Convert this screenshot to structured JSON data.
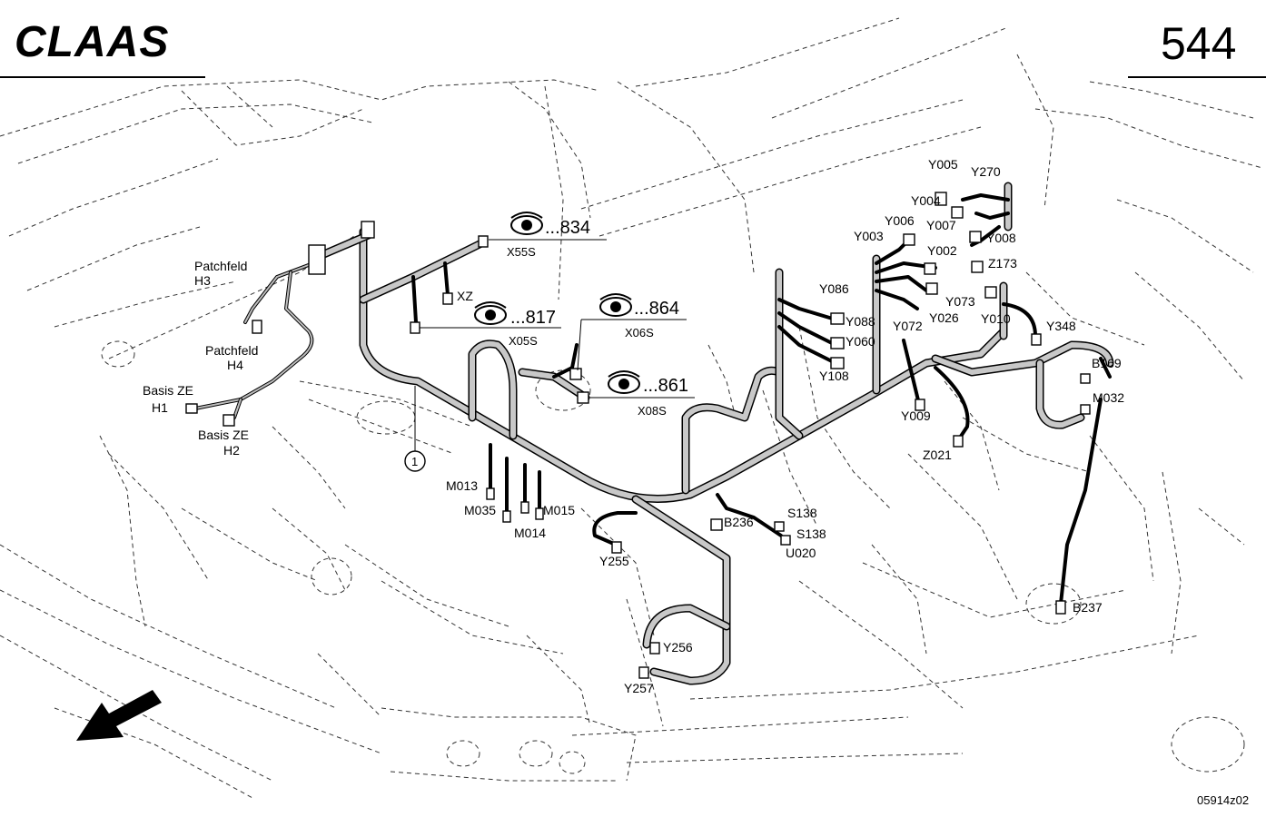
{
  "header": {
    "brand": "CLAAS",
    "page_number": "544"
  },
  "footer": {
    "document_id": "05914z02"
  },
  "references": [
    {
      "text": "...834",
      "connector": "X55S"
    },
    {
      "text": "...817",
      "connector": "X05S"
    },
    {
      "text": "...864",
      "connector": "X06S"
    },
    {
      "text": "...861",
      "connector": "X08S"
    }
  ],
  "callout_number": "1",
  "labels": {
    "patchfeld_h3_a": "Patchfeld",
    "patchfeld_h3_b": "H3",
    "patchfeld_h4_a": "Patchfeld",
    "patchfeld_h4_b": "H4",
    "basis_h1_a": "Basis ZE",
    "basis_h1_b": "H1",
    "basis_h2_a": "Basis ZE",
    "basis_h2_b": "H2",
    "xz": "XZ",
    "m013": "M013",
    "m035": "M035",
    "m015": "M015",
    "m014": "M014",
    "y255": "Y255",
    "y256": "Y256",
    "y257": "Y257",
    "b236": "B236",
    "s138_a": "S138",
    "s138_b": "S138",
    "u020": "U020",
    "y005": "Y005",
    "y270": "Y270",
    "y004": "Y004",
    "y006": "Y006",
    "y007": "Y007",
    "y003": "Y003",
    "y008": "Y008",
    "y002": "Y002",
    "z173": "Z173",
    "y086": "Y086",
    "y073": "Y073",
    "y026": "Y026",
    "y010": "Y010",
    "y088": "Y088",
    "y072": "Y072",
    "y060": "Y060",
    "y348": "Y348",
    "y108": "Y108",
    "b169": "B169",
    "m032": "M032",
    "y009": "Y009",
    "z021": "Z021",
    "b237": "B237"
  }
}
